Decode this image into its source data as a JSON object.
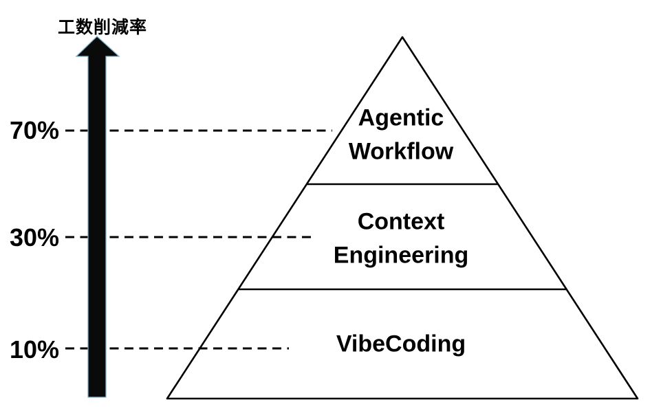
{
  "colors": {
    "background": "#ffffff",
    "ink": "#000000",
    "arrow_fill": "#0a0a0a",
    "arrow_outline": "#7cb0c9"
  },
  "axis": {
    "title": "工数削減率",
    "direction": "up",
    "ticks": [
      {
        "label": "70%",
        "value": 70
      },
      {
        "label": "30%",
        "value": 30
      },
      {
        "label": "10%",
        "value": 10
      }
    ]
  },
  "pyramid": {
    "tiers": [
      {
        "label": "Agentic Workflow",
        "position": "top",
        "reduction_pct": 70
      },
      {
        "label": "Context Engineering",
        "position": "middle",
        "reduction_pct": 30
      },
      {
        "label": "VibeCoding",
        "position": "bottom",
        "reduction_pct": 10
      }
    ]
  }
}
